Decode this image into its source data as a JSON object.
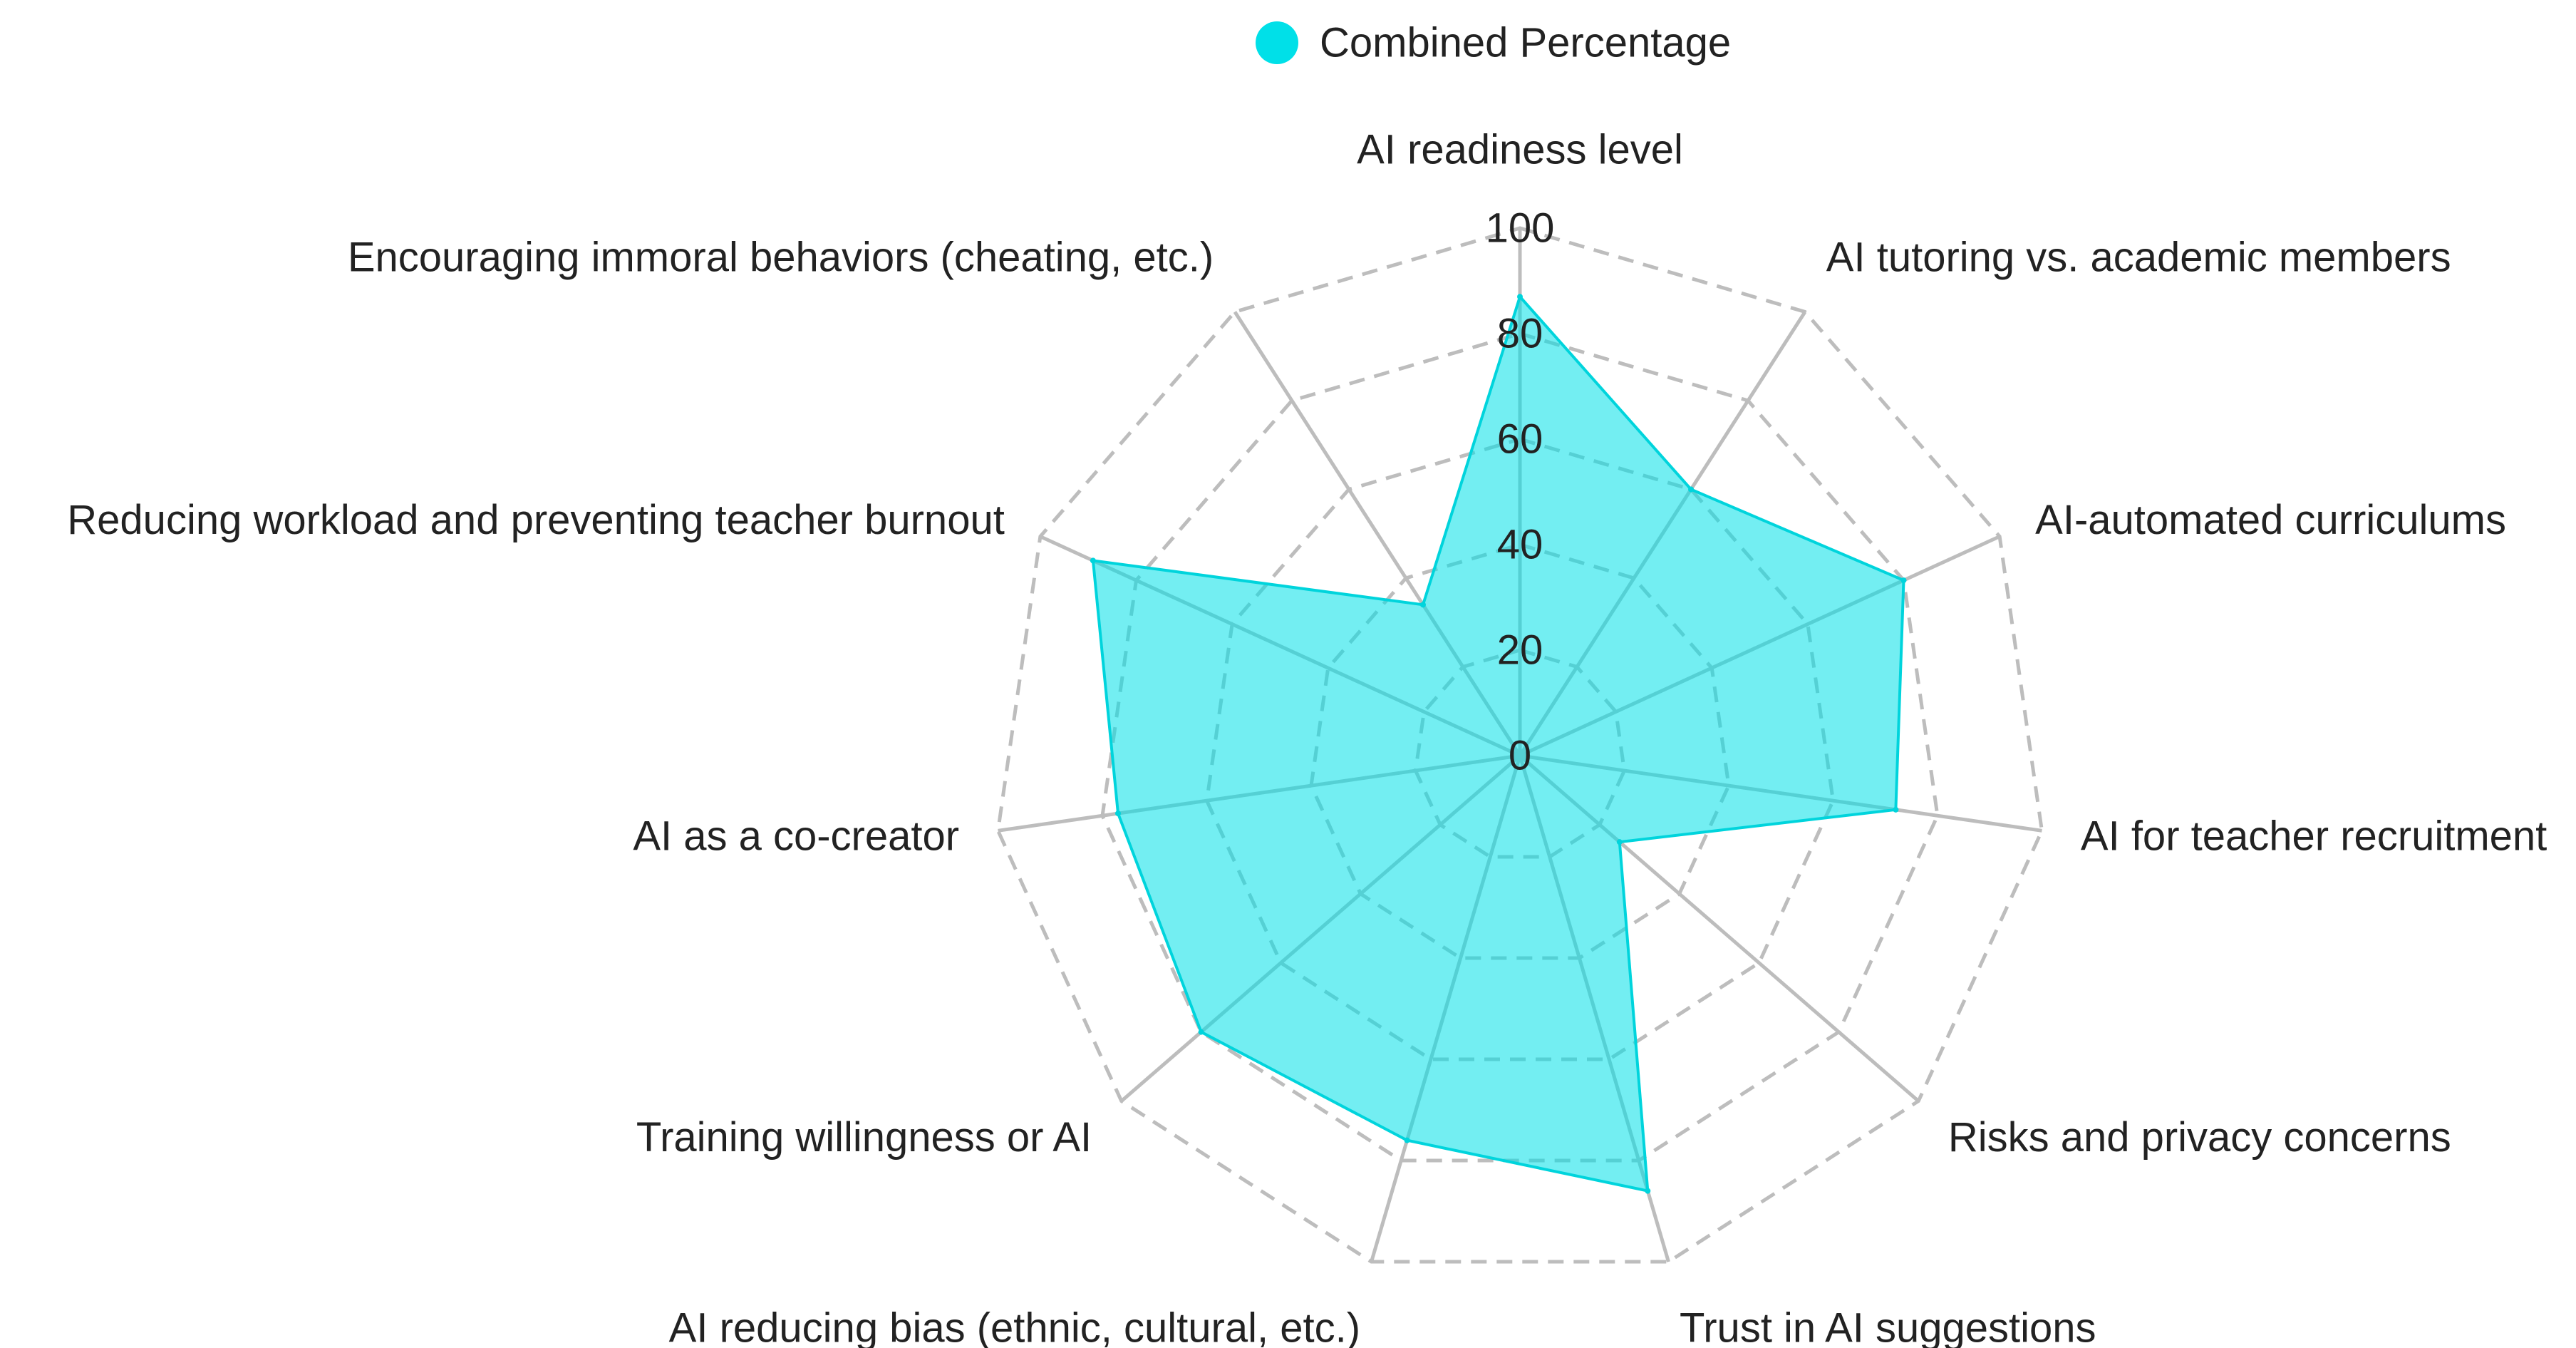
{
  "chart_data": {
    "type": "radar",
    "axes": [
      "AI readiness level",
      "AI tutoring vs. academic members",
      "AI-automated curriculums",
      "AI for teacher recruitment",
      "Risks and privacy concerns",
      "Trust in AI suggestions",
      "AI reducing bias (ethnic, cultural, etc.)",
      "Training willingness or AI",
      "AI as a co-creator",
      "Reducing workload and preventing teacher burnout",
      "Encouraging immoral behaviors (cheating, etc.)"
    ],
    "series": [
      {
        "name": "Combined Percentage",
        "values": [
          87,
          60,
          80,
          72,
          25,
          86,
          76,
          80,
          77,
          89,
          34
        ]
      }
    ],
    "rlim": [
      0,
      100
    ],
    "ticks": [
      "0",
      "20",
      "40",
      "60",
      "80",
      "100"
    ],
    "tick_values": [
      0,
      20,
      40,
      60,
      80,
      100
    ],
    "grid": true,
    "legend_position": "top-center",
    "colors": {
      "fill": "#00e0e8",
      "stroke": "#00d4dc",
      "legend_marker": "#00e0e8",
      "grid": "#bdbdbd",
      "spoke": "#bdbdbd",
      "text": "#222222"
    }
  }
}
